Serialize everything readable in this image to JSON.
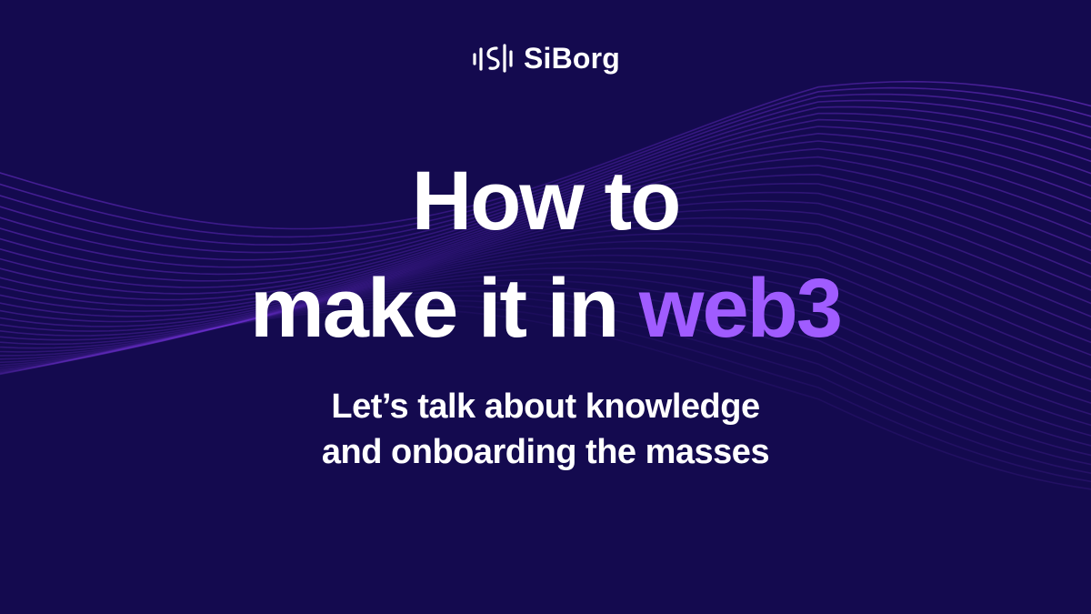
{
  "brand": {
    "name": "SiBorg",
    "logo_icon": "siborg-wave-logo-icon"
  },
  "headline": {
    "line1": "How to",
    "line2_prefix": "make it in ",
    "line2_accent": "web3"
  },
  "subtitle": {
    "line1": "Let’s talk about knowledge",
    "line2": "and onboarding the masses"
  },
  "colors": {
    "background": "#140a4f",
    "accent": "#a05cff",
    "wave": "#6a2bd4",
    "text": "#ffffff"
  },
  "decoration": "purple-wave-lines"
}
